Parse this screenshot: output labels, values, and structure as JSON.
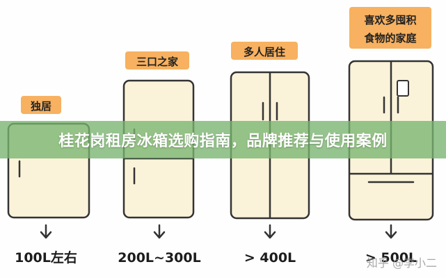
{
  "banner": {
    "title": "桂花岗租房冰箱选购指南，品牌推荐与使用案例"
  },
  "colors": {
    "fridge_fill": "#faf3d9",
    "outline": "#333333",
    "tag_fill": "#f6a94f",
    "banner": "#78b46e"
  },
  "fridges": [
    {
      "tag": "独居",
      "capacity": "100L左右"
    },
    {
      "tag": "三口之家",
      "capacity": "200L~300L"
    },
    {
      "tag": "多人居住",
      "capacity": "> 400L"
    },
    {
      "tag_line1": "喜欢多囤积",
      "tag_line2": "食物的家庭",
      "capacity": "> 500L"
    }
  ],
  "watermark": "知乎 @李小二"
}
